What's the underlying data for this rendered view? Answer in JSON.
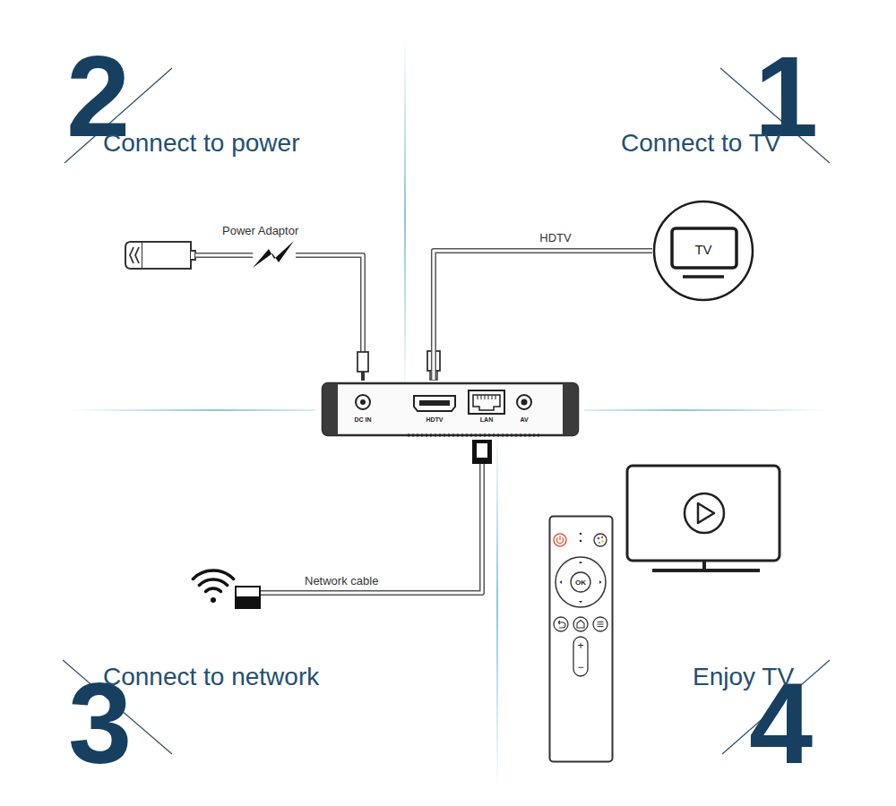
{
  "diagram": {
    "nodes": [
      {
        "text": [
          "TV"
        ]
      },
      {
        "text": [
          "DC IN",
          "HDTV",
          "LAN",
          "AV"
        ]
      },
      {
        "text": [
          "OK",
          "+",
          "−"
        ]
      }
    ],
    "edges": [
      {
        "from": 1,
        "to": 0,
        "arrow": "none",
        "label": "HDTV"
      }
    ],
    "labels": [
      "2",
      "Connect to power",
      "1",
      "Connect to TV",
      "Power Adaptor",
      "Network cable",
      "3",
      "Connect to network",
      "4",
      "Enjoy TV"
    ]
  }
}
